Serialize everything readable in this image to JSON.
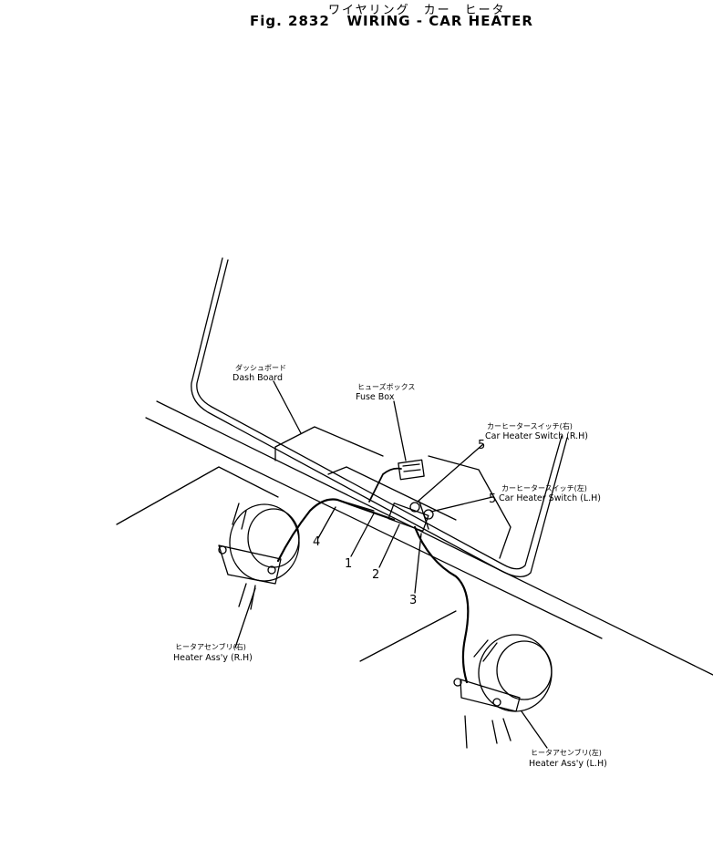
{
  "title": {
    "jp": "ワイヤリング　カー　ヒータ",
    "en": "Fig. 2832   WIRING - CAR HEATER"
  },
  "labels": {
    "dash_board": {
      "jp": "ダッシュボード",
      "en": "Dash Board"
    },
    "fuse_box": {
      "jp": "ヒューズボックス",
      "en": "Fuse Box"
    },
    "switch_rh": {
      "jp": "カーヒータースイッチ(右)",
      "en": "Car Heater Switch (R.H)"
    },
    "switch_lh": {
      "jp": "カーヒータースイッチ(左)",
      "en": "Car Heater Switch (L.H)"
    },
    "heater_rh": {
      "jp": "ヒータアセンブリ(右)",
      "en": "Heater Ass'y (R.H)"
    },
    "heater_lh": {
      "jp": "ヒータアセンブリ(左)",
      "en": "Heater Ass'y (L.H)"
    }
  },
  "callouts": [
    "1",
    "2",
    "3",
    "4",
    "5",
    "5"
  ]
}
